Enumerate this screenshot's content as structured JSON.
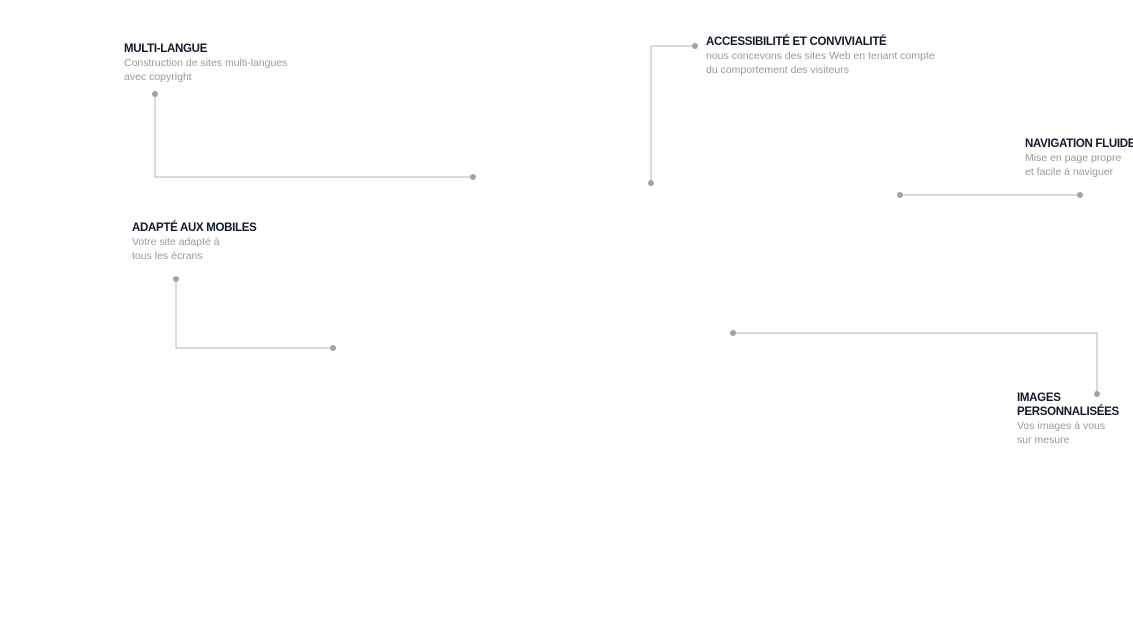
{
  "features": {
    "multi_langue": {
      "title": "MULTI-LANGUE",
      "desc": [
        "Construction de sites multi-langues",
        "avec copyright"
      ]
    },
    "accessibilite": {
      "title": "ACCESSIBILITÉ ET CONVIVIALITÉ",
      "desc": [
        "nous concevons des sites Web en tenant compte",
        "du comportement des visiteurs"
      ]
    },
    "navigation": {
      "title": "NAVIGATION FLUIDE",
      "desc": [
        "Mise en page propre",
        "et facile à naviguer"
      ]
    },
    "mobiles": {
      "title": "ADAPTÉ AUX MOBILES",
      "desc": [
        "Votre site adapté à",
        "tous les écrans"
      ]
    },
    "images": {
      "title": [
        "IMAGES",
        "PERSONNALISÉES"
      ],
      "desc": [
        "Vos images à vous",
        "sur mesure"
      ]
    }
  },
  "colors": {
    "title": "#111827",
    "description": "#9a9a9a",
    "connector": "#b5b5b5",
    "dot": "#a3a3a3"
  }
}
